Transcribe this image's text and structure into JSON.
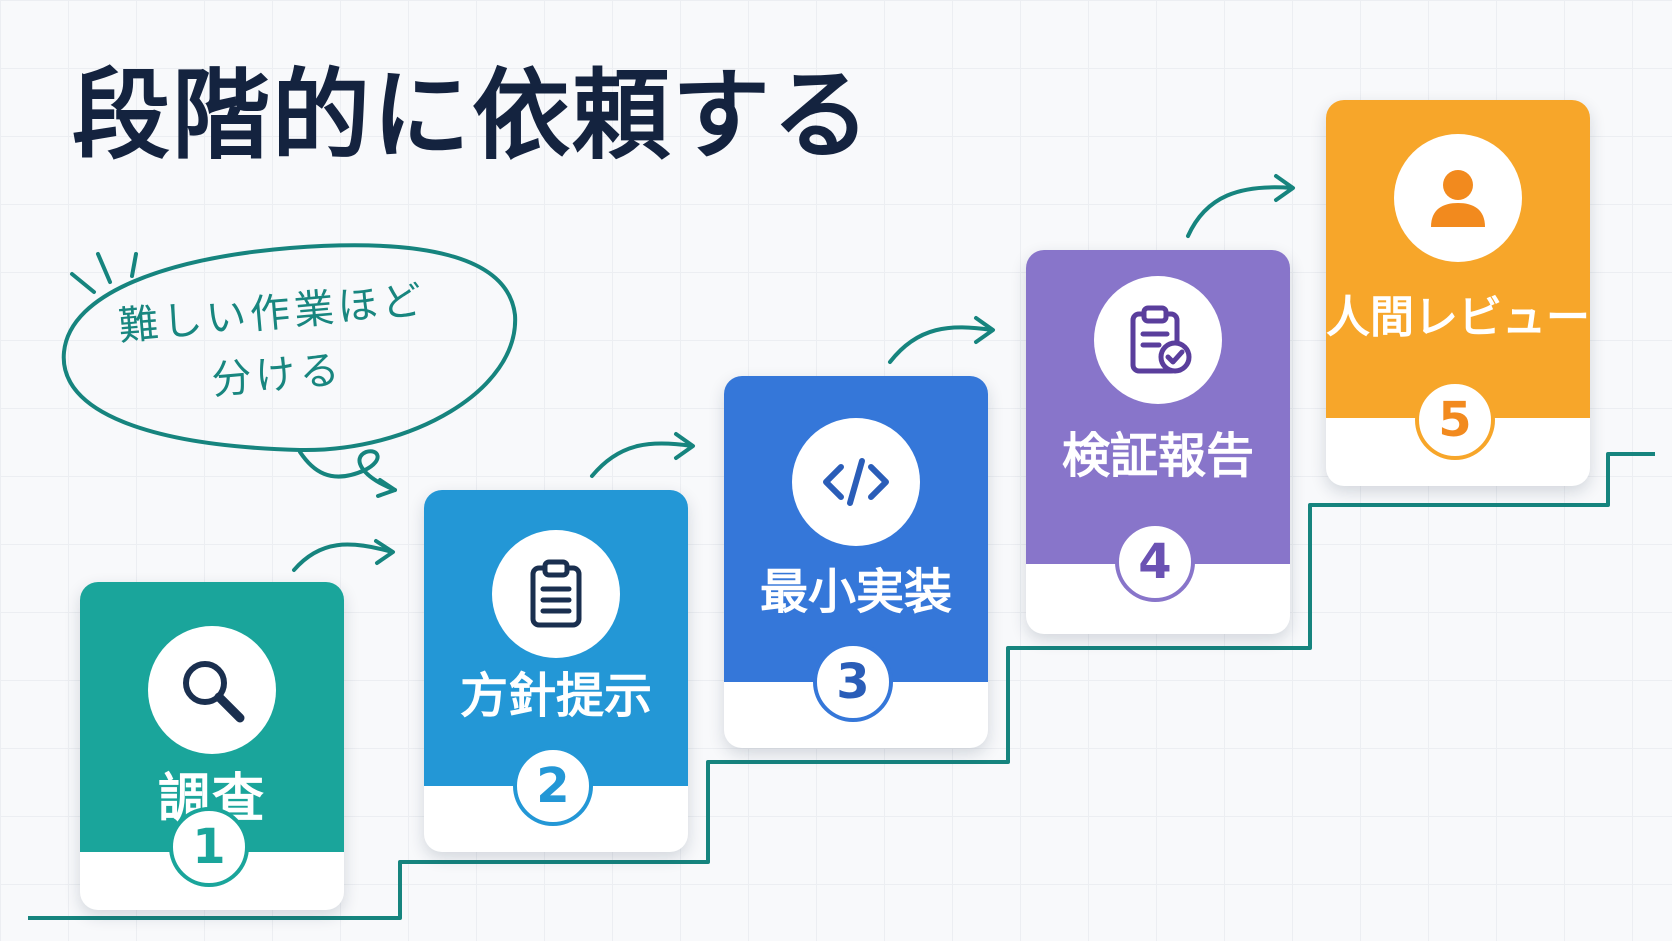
{
  "title": "段階的に依頼する",
  "note": {
    "line1": "難しい作業ほど",
    "line2": "分ける"
  },
  "steps": [
    {
      "number": "1",
      "label": "調査",
      "icon": "search-icon",
      "color": "#1aa59b"
    },
    {
      "number": "2",
      "label": "方針提示",
      "icon": "clipboard-icon",
      "color": "#2397d6"
    },
    {
      "number": "3",
      "label": "最小実装",
      "icon": "code-icon",
      "color": "#3577d9"
    },
    {
      "number": "4",
      "label": "検証報告",
      "icon": "clipboard-check-icon",
      "color": "#8875ca"
    },
    {
      "number": "5",
      "label": "人間レビュー",
      "icon": "person-icon",
      "color": "#f7a62a"
    }
  ],
  "accent_color": "#16847e",
  "title_color": "#14233f"
}
